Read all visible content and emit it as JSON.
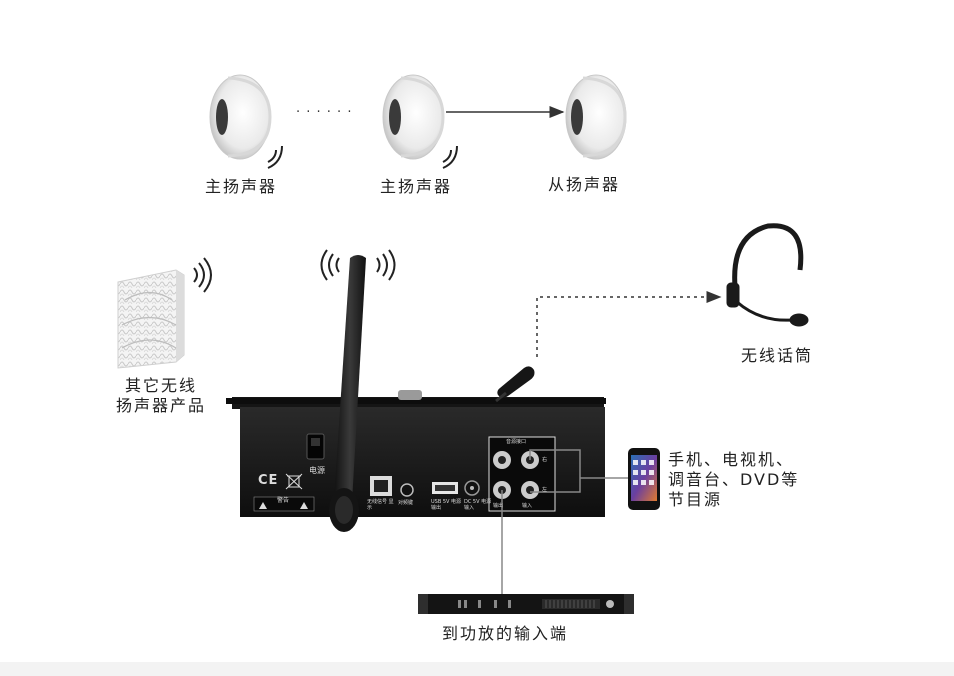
{
  "speakers": {
    "master_label_1": "主扬声器",
    "master_label_2": "主扬声器",
    "slave_label": "从扬声器",
    "dots": "· · · · · ·"
  },
  "wall_speaker": {
    "label_line1": "其它无线",
    "label_line2": "扬声器产品"
  },
  "mic": {
    "label": "无线话筒"
  },
  "source": {
    "line1": "手机、电视机、",
    "line2": "调音台、DVD等",
    "line3": "节目源"
  },
  "amplifier": {
    "label": "到功放的输入端"
  },
  "device": {
    "power_label": "电源",
    "warning_label": "警告",
    "ce_mark": "CE",
    "aux_title": "音源接口",
    "out_label": "输出",
    "in_label": "输入",
    "usb_label": "USB 5V 电源输出",
    "dc_label": "DC 5V 电源输入",
    "pair_label": "对频键",
    "status_label": "无线信号 显示",
    "left_ch": "左",
    "right_ch": "右"
  },
  "colors": {
    "device_body": "#1b1b1b",
    "speaker_white": "#f2f2f2",
    "line_gray": "#888888"
  }
}
